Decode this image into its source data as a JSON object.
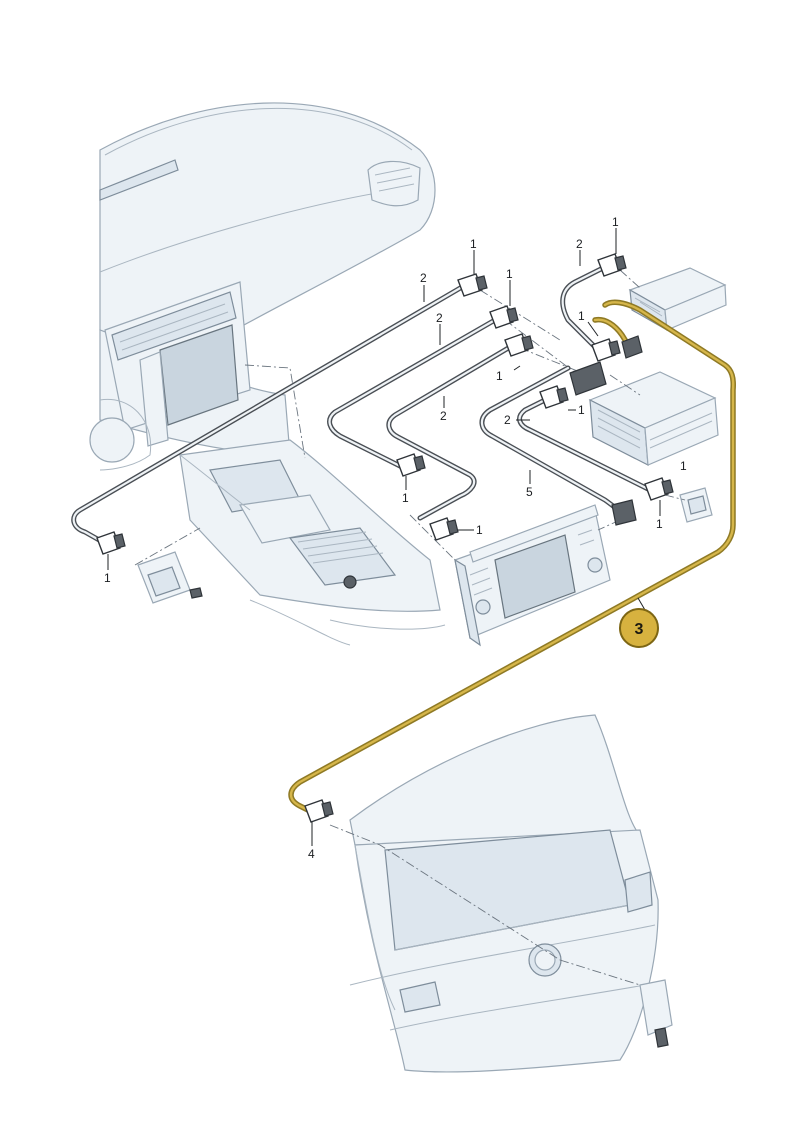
{
  "labels": {
    "rear_connector": "1",
    "left_cable": "2",
    "top_center_connector": "1",
    "mid_cable": "2",
    "mid_connector_a": "1",
    "mid_connector_b": "1",
    "mid_cable_lower": "2",
    "mid_connector_c": "1",
    "lower_connector": "1",
    "right_cable_top": "2",
    "right_connector_top": "1",
    "right_connector_mid": "1",
    "right_cable_mid": "2",
    "right_connector_low": "1",
    "cable_5": "5",
    "right_connector_end": "1",
    "cable_small": "1",
    "tailgate_connector": "4"
  },
  "callout": {
    "number": "3",
    "color": "#d7b23f"
  },
  "colors": {
    "highlight_cable": "#d6b64a",
    "line_art": "#9aa8b5",
    "part_fill": "#eef3f7"
  }
}
